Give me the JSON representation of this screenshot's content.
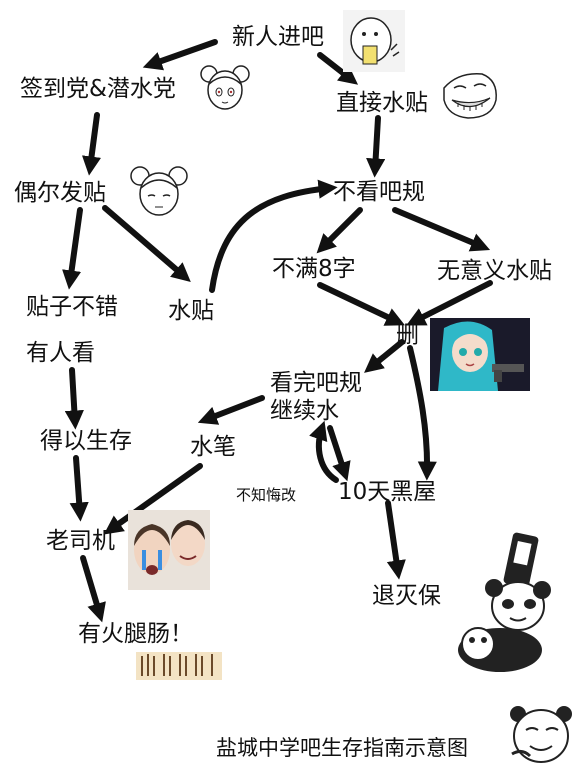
{
  "nodes": {
    "newbie": "新人进吧",
    "signin": "签到党&潜水党",
    "direct_water": "直接水贴",
    "occasional": "偶尔发贴",
    "ignore_rules": "不看吧规",
    "good_post": "贴子不错",
    "water_post": "水贴",
    "lt8": "不满8字",
    "meaningless": "无意义水贴",
    "someone_reads": "有人看",
    "deleted": "删",
    "read_rules": "看完吧规",
    "keep_water": "继续水",
    "survive": "得以生存",
    "water_pen": "水笔",
    "no_repent": "不知悔改",
    "ten_days": "10天黑屋",
    "veteran": "老司机",
    "quit": "退灭保",
    "fire": "有火腿肠！"
  },
  "caption": "盐城中学吧生存指南示意图",
  "colors": {
    "arrow": "#111111",
    "text": "#111111",
    "panda": "#222222"
  },
  "icons": [
    "peeking-face-sticker",
    "anime-girl-sticker",
    "trollface-sticker",
    "anime-girl-sticker",
    "miku-gun-sticker",
    "crying-duo-sticker",
    "hands-clapping-sticker",
    "panda-bottle-sticker",
    "panda-smug-sticker"
  ]
}
